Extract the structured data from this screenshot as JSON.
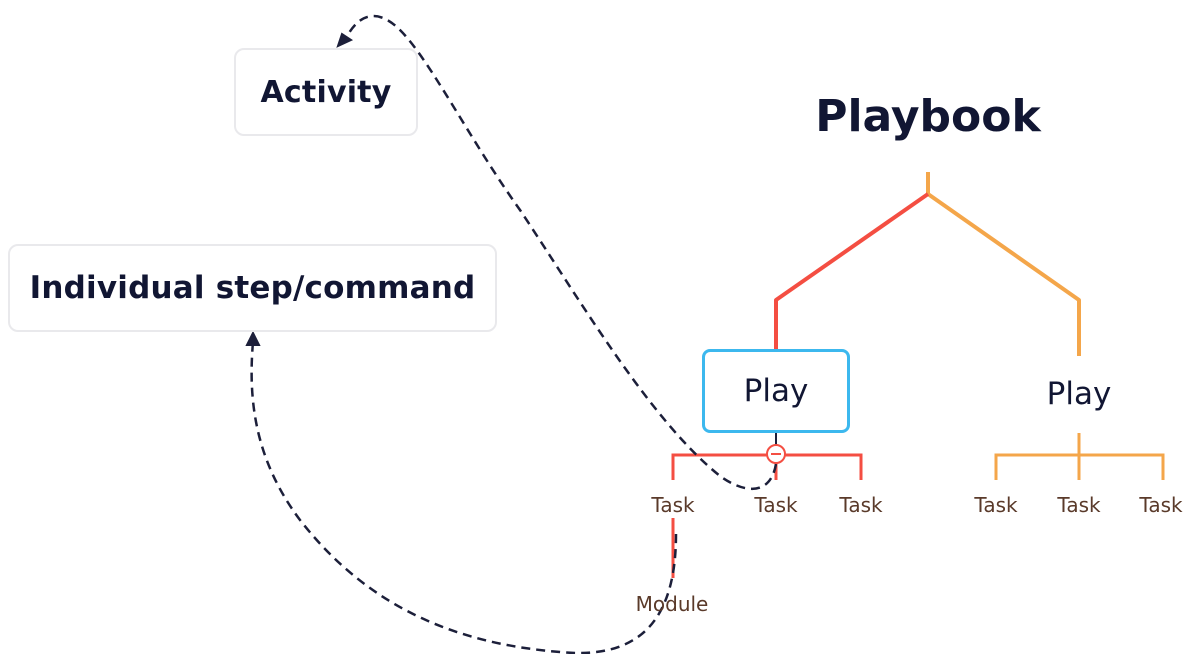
{
  "title": "Playbook",
  "callouts": {
    "activity": "Activity",
    "step": "Individual step/command"
  },
  "plays": [
    {
      "label": "Play",
      "tasks": [
        "Task",
        "Task",
        "Task"
      ],
      "color": "#f44e42",
      "selected": true
    },
    {
      "label": "Play",
      "tasks": [
        "Task",
        "Task",
        "Task"
      ],
      "color": "#f4a64a"
    }
  ],
  "module": "Module",
  "colors": {
    "text": "#111633",
    "leaf_text": "#5a3a2a",
    "dashed_arrow": "#1c1f3a",
    "selection_border": "#3cb8ee",
    "collapse_icon": "#f44e42"
  }
}
